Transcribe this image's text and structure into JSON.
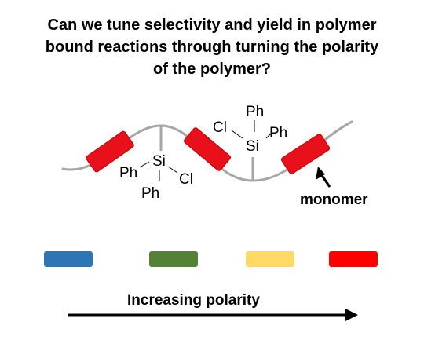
{
  "title": {
    "line1": "Can we tune selectivity and yield in polymer",
    "line2": "bound reactions through turning the polarity",
    "line3": "of the polymer?"
  },
  "left_silane": {
    "si": "Si",
    "ph_left": "Ph",
    "ph_bottom": "Ph",
    "cl": "Cl"
  },
  "right_silane": {
    "si": "Si",
    "ph_top": "Ph",
    "ph_right": "Ph",
    "cl": "Cl"
  },
  "monomer_label": "monomer",
  "polarity_label": "Increasing polarity",
  "colors": {
    "monomer": "#e8101a",
    "polymer_chain": "#a6a6a6",
    "scale": [
      "#2e75b6",
      "#538135",
      "#ffd966",
      "#ff0000"
    ]
  }
}
